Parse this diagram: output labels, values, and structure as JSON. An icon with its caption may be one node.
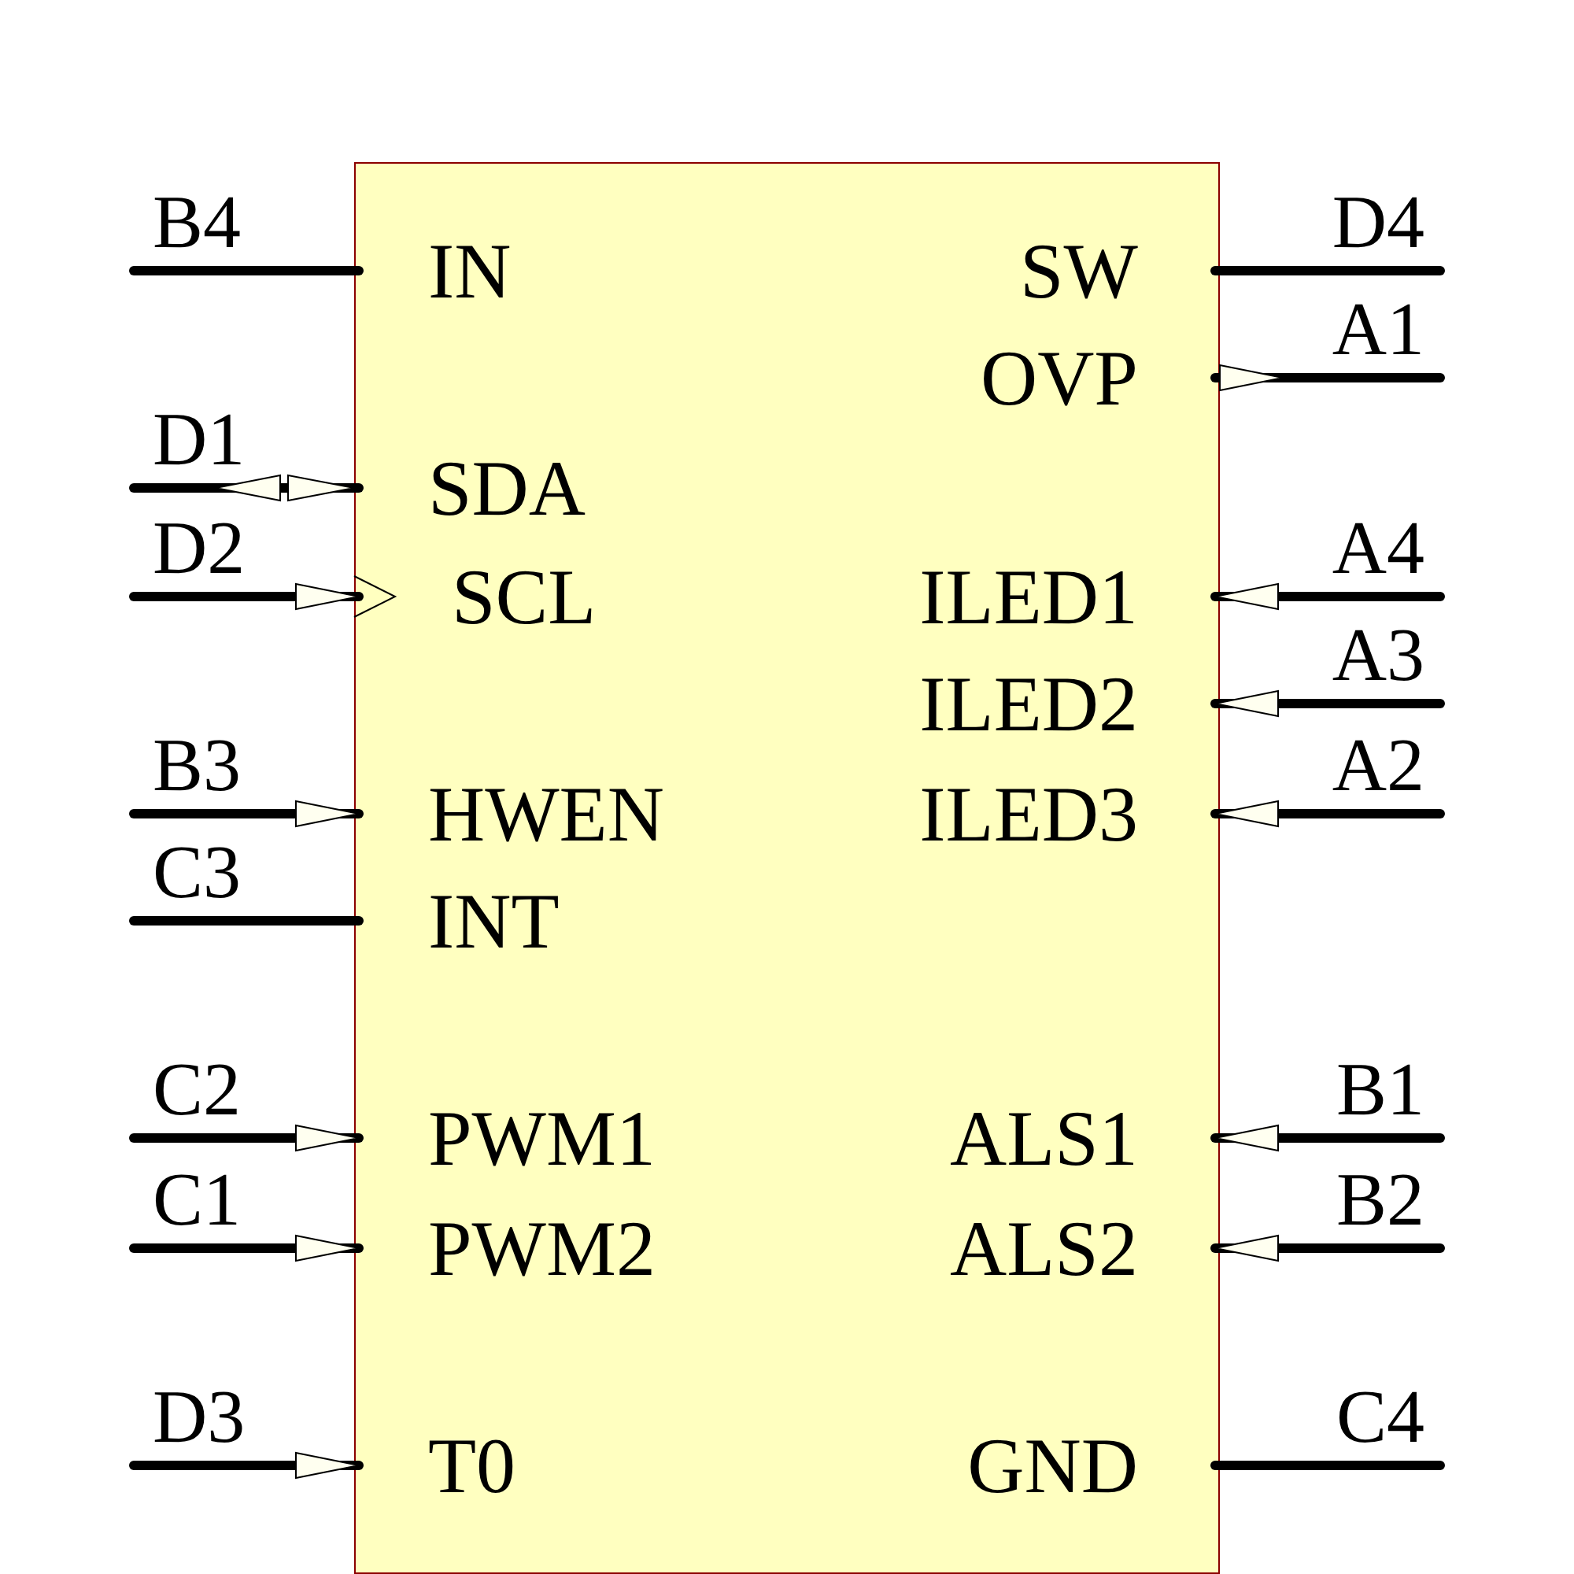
{
  "diagram": {
    "nodes": [
      {
        "text": [],
        "shape": "box"
      },
      {
        "text": [
          "IN"
        ],
        "in": 0
      },
      {
        "text": [
          "SW"
        ],
        "in": 0
      },
      {
        "text": [
          "OVP"
        ],
        "in": 0
      },
      {
        "text": [
          "SDA"
        ],
        "in": 0
      },
      {
        "text": [
          "SCL"
        ],
        "in": 0
      },
      {
        "text": [
          "ILED1"
        ],
        "in": 0
      },
      {
        "text": [
          "ILED2"
        ],
        "in": 0
      },
      {
        "text": [
          "HWEN"
        ],
        "in": 0
      },
      {
        "text": [
          "ILED3"
        ],
        "in": 0
      },
      {
        "text": [
          "INT"
        ],
        "in": 0
      },
      {
        "text": [
          "PWM1"
        ],
        "in": 0
      },
      {
        "text": [
          "ALS1"
        ],
        "in": 0
      },
      {
        "text": [
          "PWM2"
        ],
        "in": 0
      },
      {
        "text": [
          "ALS2"
        ],
        "in": 0
      },
      {
        "text": [
          "T0"
        ],
        "in": 0
      },
      {
        "text": [
          "GND"
        ],
        "in": 0
      }
    ],
    "edges": [
      {
        "from": null,
        "to": 1,
        "arrow": "none",
        "label": "B4"
      },
      {
        "from": null,
        "to": 2,
        "arrow": "none",
        "label": "D4"
      },
      {
        "from": null,
        "to": 3,
        "arrow": "none",
        "label": "A1"
      },
      {
        "from": null,
        "to": 4,
        "arrow": "none",
        "label": "D1"
      },
      {
        "from": null,
        "to": 5,
        "arrow": "to",
        "label": "D2"
      },
      {
        "from": null,
        "to": 6,
        "arrow": "to",
        "label": "A4"
      },
      {
        "from": null,
        "to": 7,
        "arrow": "to",
        "label": "A3"
      },
      {
        "from": null,
        "to": 8,
        "arrow": "to",
        "label": "B3"
      },
      {
        "from": null,
        "to": 9,
        "arrow": "to",
        "label": "A2"
      },
      {
        "from": null,
        "to": 10,
        "arrow": "none",
        "label": "C3"
      },
      {
        "from": null,
        "to": 11,
        "arrow": "to",
        "label": "C2"
      },
      {
        "from": null,
        "to": 12,
        "arrow": "to",
        "label": "B1"
      },
      {
        "from": null,
        "to": 13,
        "arrow": "to",
        "label": "C1"
      },
      {
        "from": null,
        "to": 14,
        "arrow": "to",
        "label": "B2"
      },
      {
        "from": null,
        "to": 15,
        "arrow": "to",
        "label": "D3"
      },
      {
        "from": null,
        "to": 16,
        "arrow": "none",
        "label": "C4"
      }
    ]
  }
}
